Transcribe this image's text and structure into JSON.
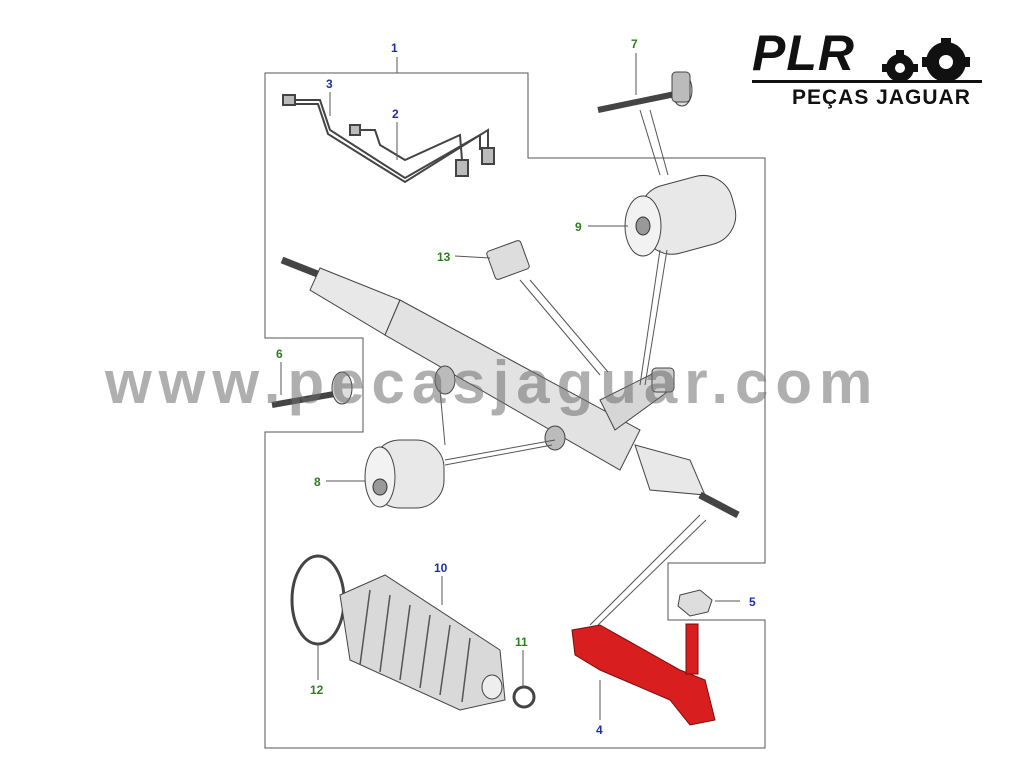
{
  "watermark": "www.pecasjaguar.com",
  "logo": {
    "brand": "PLR",
    "subtitle": "PEÇAS JAGUAR"
  },
  "colors": {
    "callout_blue": "#1d2fa6",
    "callout_green": "#2e7d1e",
    "highlight_part": "#d81e1e"
  },
  "callouts": [
    {
      "id": "1",
      "color": "blue"
    },
    {
      "id": "2",
      "color": "blue"
    },
    {
      "id": "3",
      "color": "blue"
    },
    {
      "id": "4",
      "color": "blue"
    },
    {
      "id": "5",
      "color": "blue"
    },
    {
      "id": "6",
      "color": "green"
    },
    {
      "id": "7",
      "color": "green"
    },
    {
      "id": "8",
      "color": "green"
    },
    {
      "id": "9",
      "color": "green"
    },
    {
      "id": "10",
      "color": "blue"
    },
    {
      "id": "11",
      "color": "green"
    },
    {
      "id": "12",
      "color": "green"
    },
    {
      "id": "13",
      "color": "green"
    }
  ]
}
